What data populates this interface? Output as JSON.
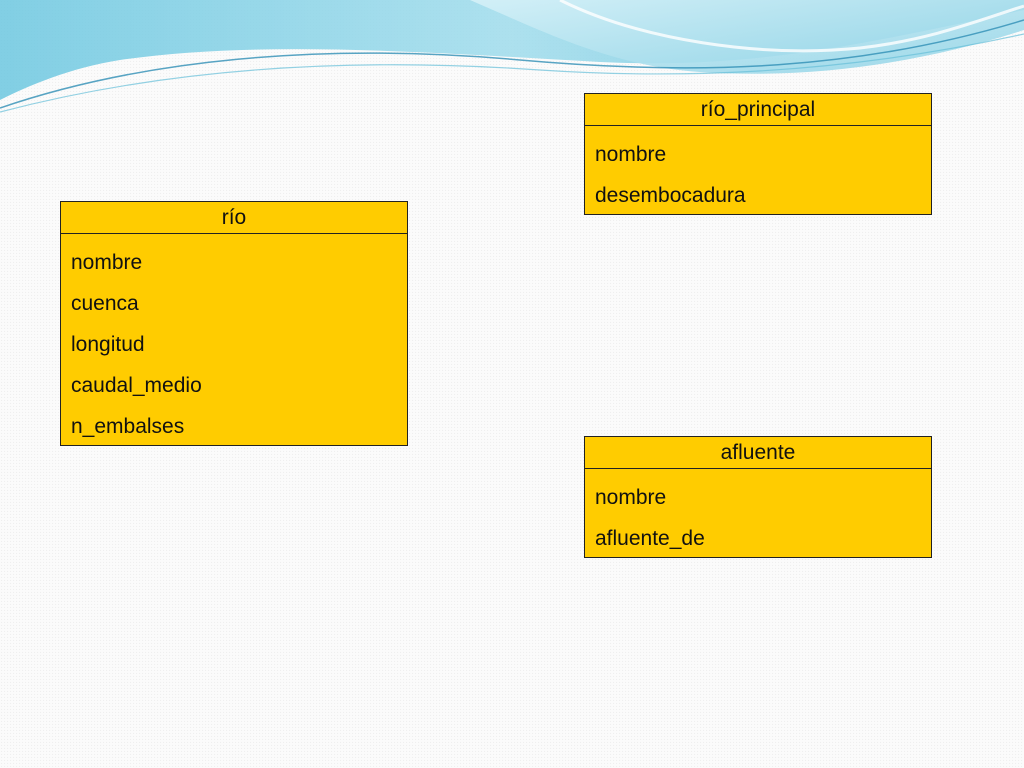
{
  "theme": {
    "entity_fill": "#ffcc00",
    "border": "#222222",
    "wave_light": "#bfe6f2",
    "wave_dark": "#3aa6c9"
  },
  "entities": [
    {
      "name": "río_principal",
      "attributes": [
        "nombre",
        "desembocadura"
      ]
    },
    {
      "name": "río",
      "attributes": [
        "nombre",
        "cuenca",
        "longitud",
        "caudal_medio",
        "n_embalses"
      ]
    },
    {
      "name": "afluente",
      "attributes": [
        "nombre",
        "afluente_de"
      ]
    }
  ]
}
